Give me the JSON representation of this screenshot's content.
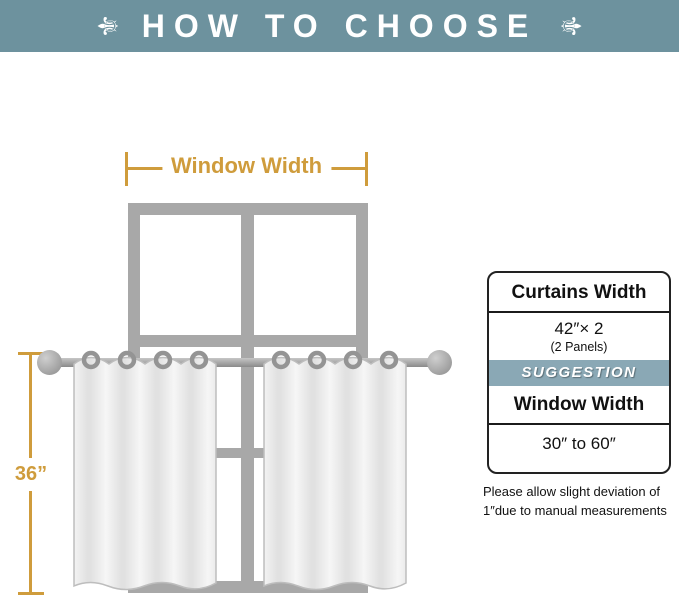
{
  "colors": {
    "banner": "#6d929e",
    "suggestion_strip": "#8aa8b5",
    "measurement_accent": "#cf9c3c",
    "window_frame": "#a8a8a8"
  },
  "header": {
    "title": "HOW TO CHOOSE",
    "left_ornament": "⚜",
    "right_ornament": "⚜"
  },
  "diagram": {
    "window_width_label": "Window Width",
    "height_label": "36”"
  },
  "info_box": {
    "curtains_width_title": "Curtains Width",
    "curtains_width_value": "42″× 2",
    "curtains_width_sub": "(2 Panels)",
    "suggestion_label": "SUGGESTION",
    "window_width_title": "Window Width",
    "window_width_value": "30″ to 60″"
  },
  "note": {
    "line1": "Please allow slight deviation of",
    "line2": "1″due to manual measurements"
  }
}
